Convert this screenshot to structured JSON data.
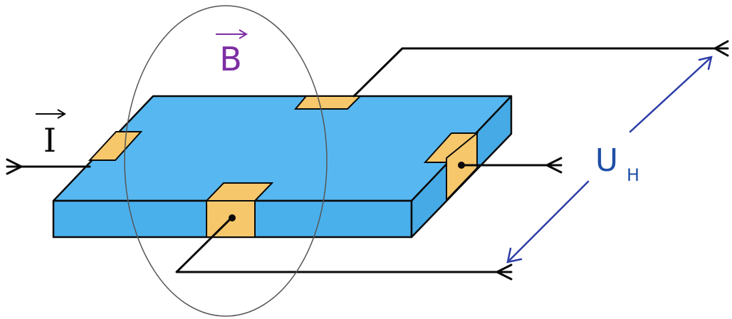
{
  "labels": {
    "magnetic_field": "B",
    "current": "I",
    "hall_voltage_main": "U",
    "hall_voltage_sub": "H"
  },
  "colors": {
    "plate_top": "#57b8f1",
    "plate_side": "#4ab0ec",
    "contact": "#f6c76b",
    "outline": "#0a0a0a",
    "field_label": "#7d2ea3",
    "voltage_label": "#1f4fa6",
    "arrow": "#2d3da8",
    "ellipse": "#555555"
  }
}
